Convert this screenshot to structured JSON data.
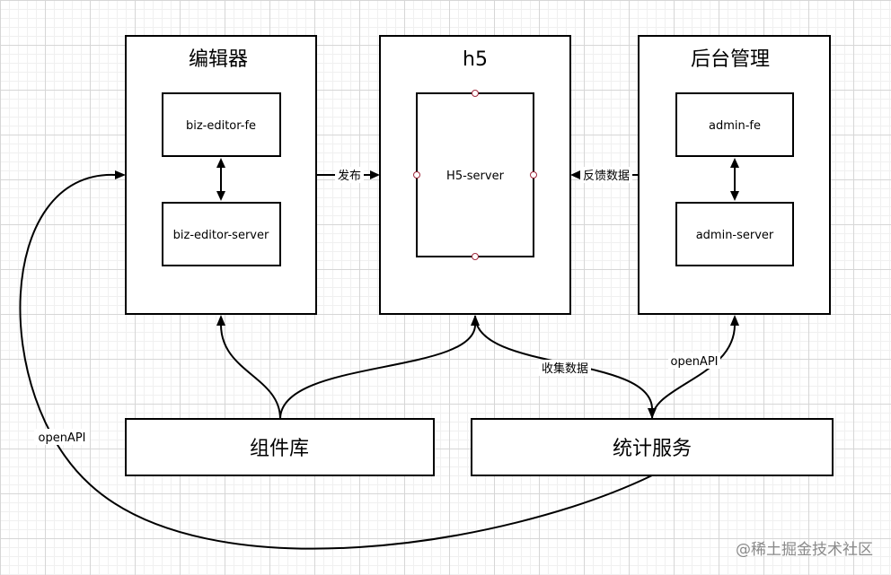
{
  "groups": {
    "editor": {
      "title": "编辑器",
      "inner_top": "biz-editor-fe",
      "inner_bottom": "biz-editor-server"
    },
    "h5": {
      "title": "h5",
      "inner": "H5-server"
    },
    "admin": {
      "title": "后台管理",
      "inner_top": "admin-fe",
      "inner_bottom": "admin-server"
    }
  },
  "services": {
    "components": "组件库",
    "stats": "统计服务"
  },
  "edge_labels": {
    "publish": "发布",
    "feedback": "反馈数据",
    "collect": "收集数据",
    "openapi_admin": "openAPI",
    "openapi_editor": "openAPI"
  },
  "watermark": "@稀土掘金技术社区"
}
